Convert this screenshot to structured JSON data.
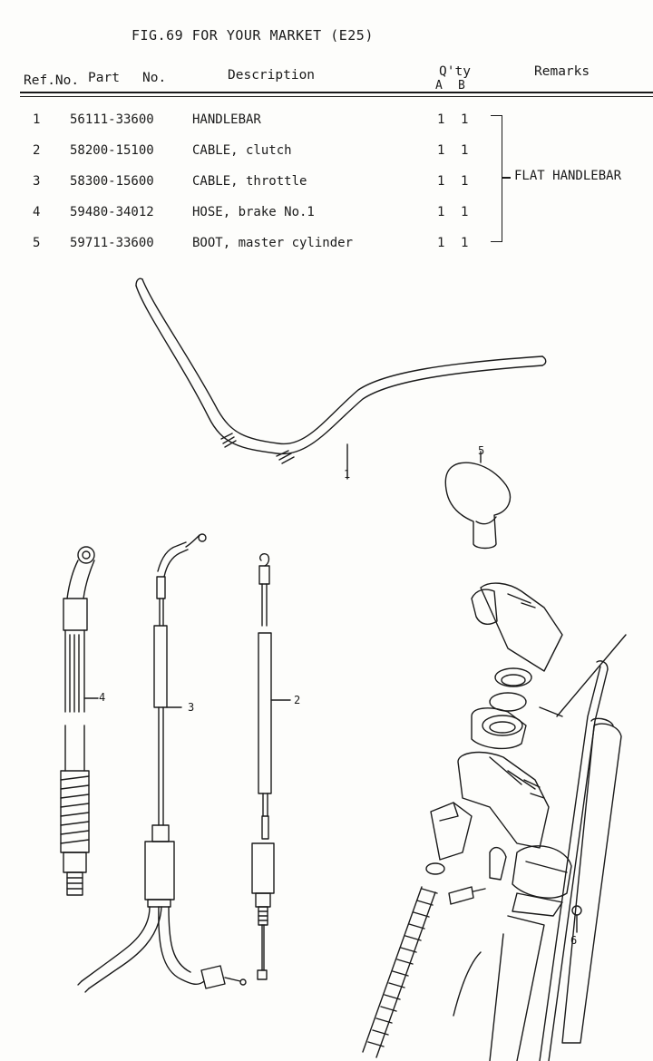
{
  "figure": {
    "title": "FIG.69  FOR YOUR MARKET (E25)"
  },
  "header": {
    "ref_no": "Ref.No.",
    "part": "Part",
    "no": "No.",
    "description": "Description",
    "qty": "Q'ty",
    "qty_a": "A",
    "qty_b": "B",
    "remarks": "Remarks"
  },
  "rows": [
    {
      "ref": "1",
      "part_no": "56111-33600",
      "description": "HANDLEBAR",
      "qty_a": "1",
      "qty_b": "1"
    },
    {
      "ref": "2",
      "part_no": "58200-15100",
      "description": "CABLE, clutch",
      "qty_a": "1",
      "qty_b": "1"
    },
    {
      "ref": "3",
      "part_no": "58300-15600",
      "description": "CABLE, throttle",
      "qty_a": "1",
      "qty_b": "1"
    },
    {
      "ref": "4",
      "part_no": "59480-34012",
      "description": "HOSE, brake No.1",
      "qty_a": "1",
      "qty_b": "1"
    },
    {
      "ref": "5",
      "part_no": "59711-33600",
      "description": "BOOT, master cylinder",
      "qty_a": "1",
      "qty_b": "1"
    }
  ],
  "remark_group": "FLAT HANDLEBAR",
  "callouts": [
    "1",
    "2",
    "3",
    "4",
    "5",
    "6"
  ]
}
